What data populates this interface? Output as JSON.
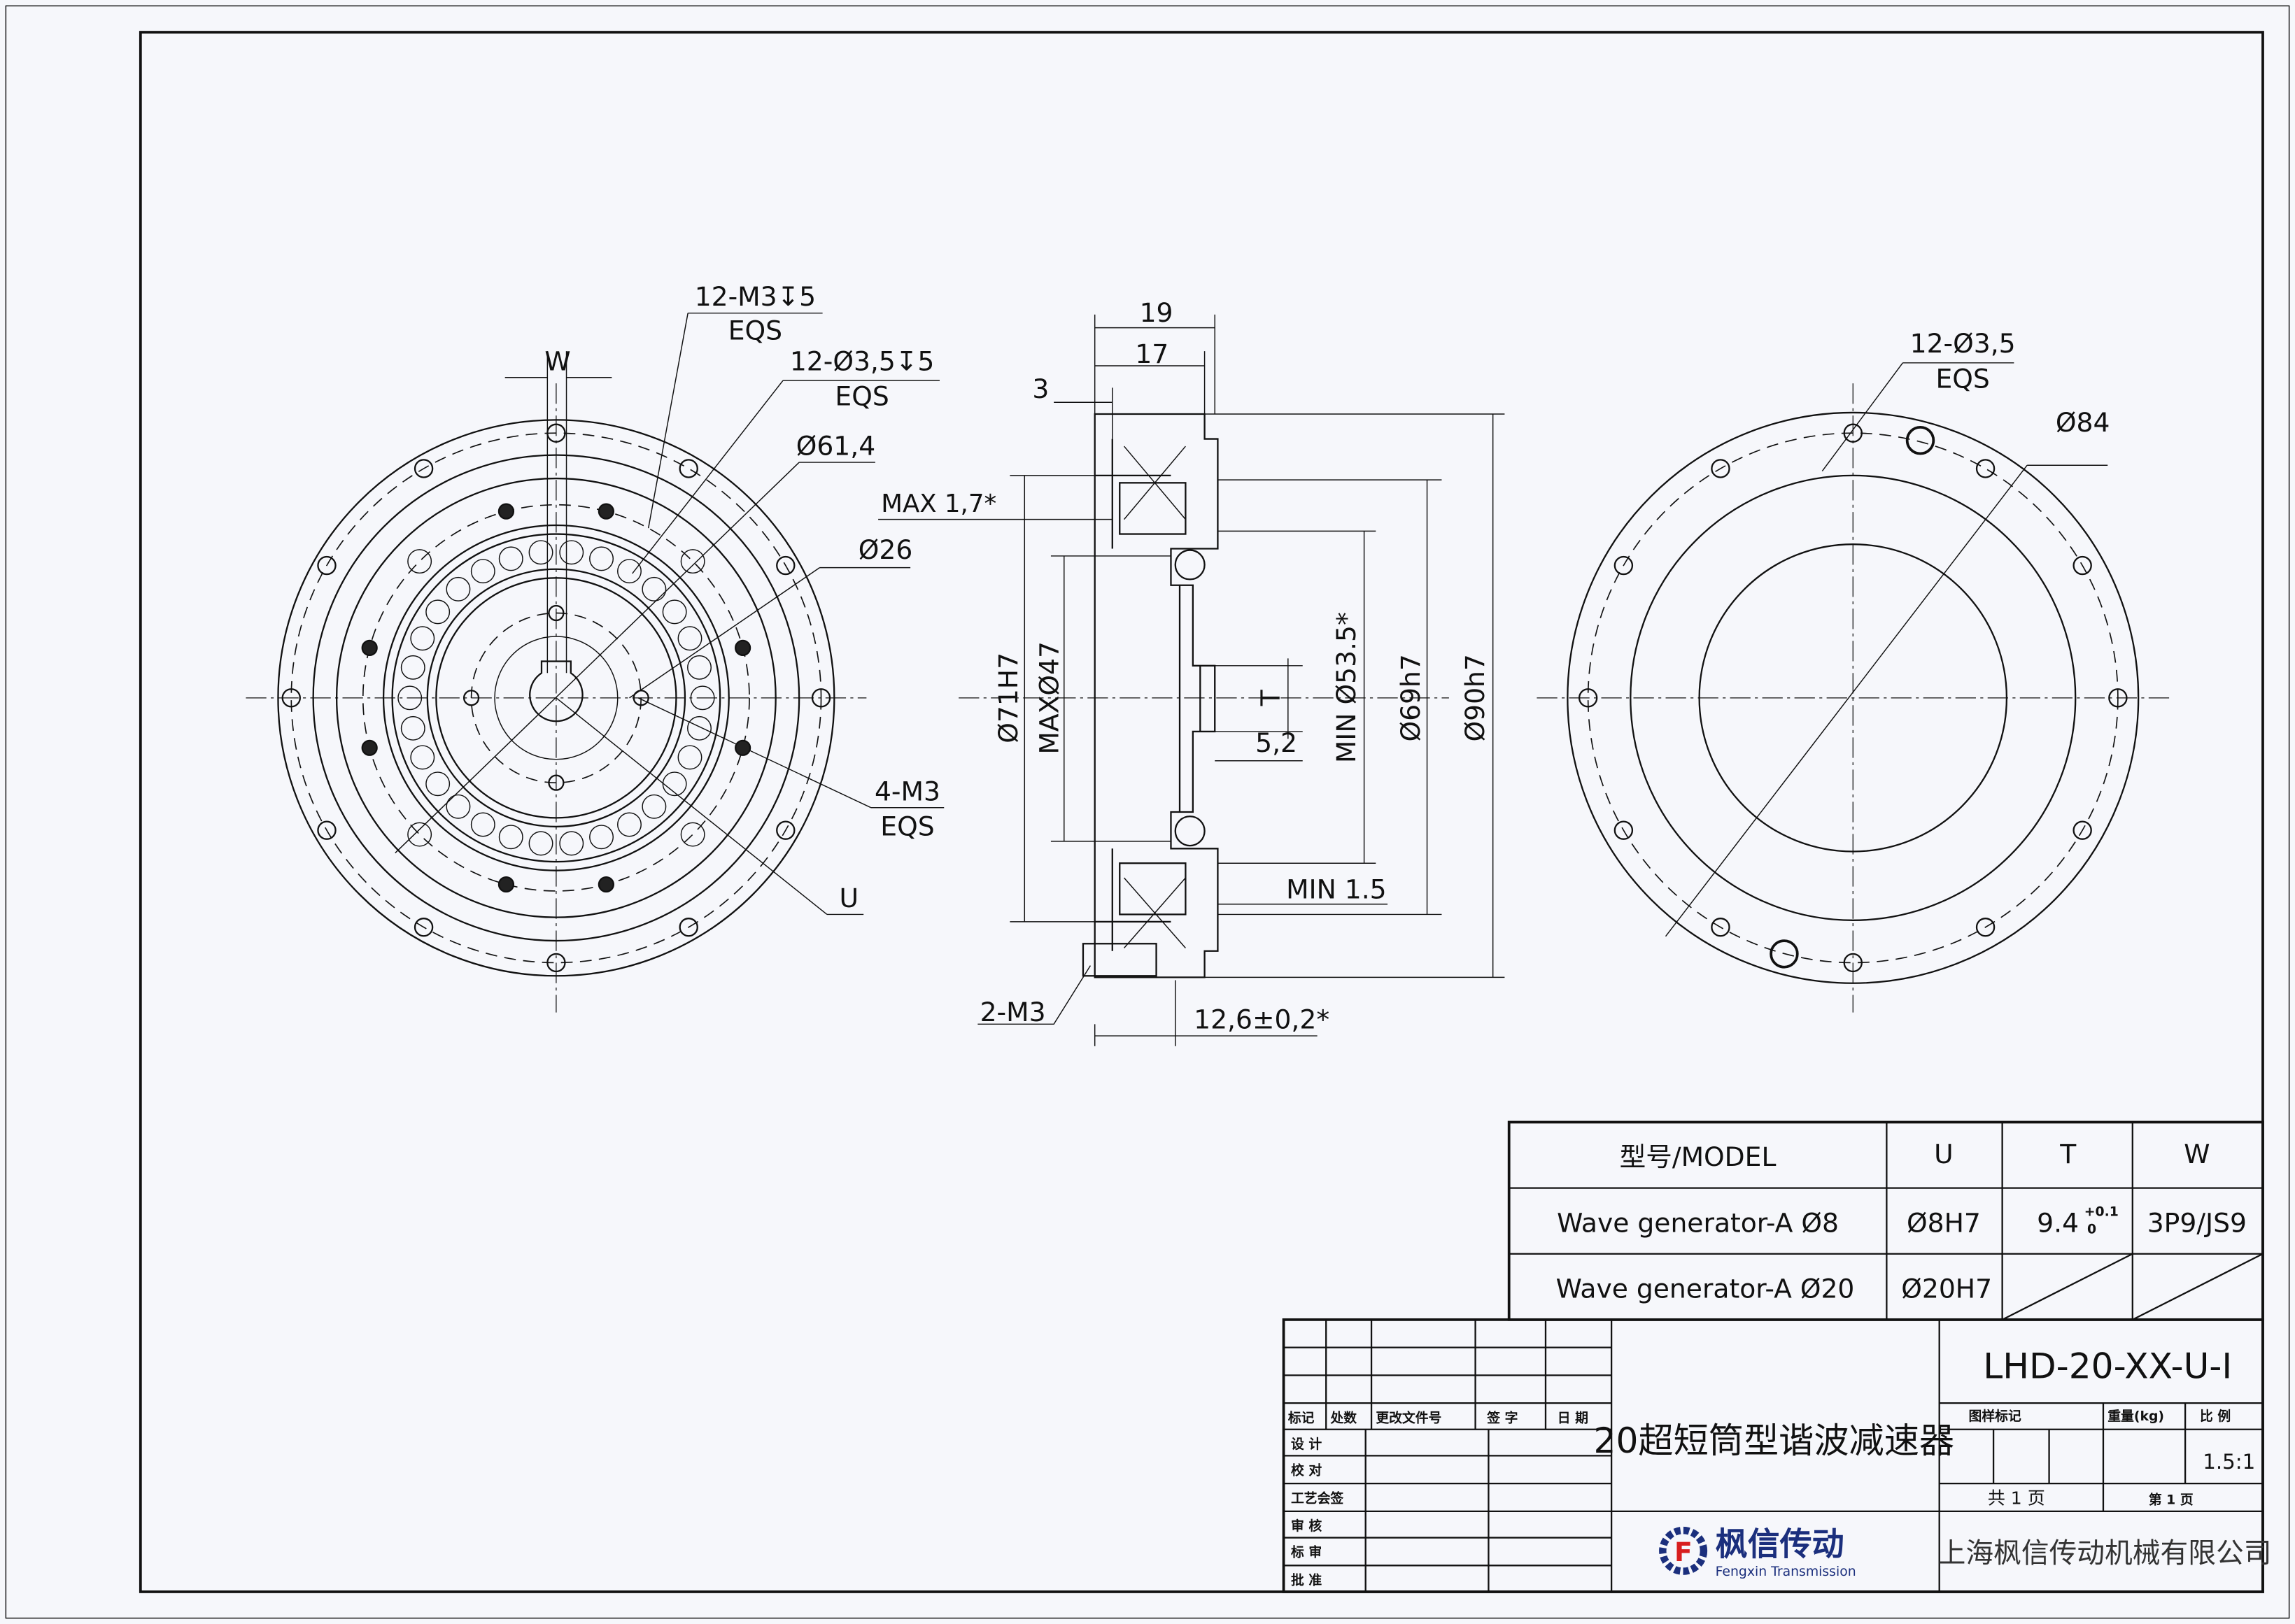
{
  "left_view": {
    "w": "W",
    "m3_holes": "12-M3↧5",
    "m3_eqs": "EQS",
    "pin_holes": "12-Ø3,5↧5",
    "pin_eqs": "EQS",
    "d61": "Ø61,4",
    "d26": "Ø26",
    "m3_4": "4-M3",
    "m3_4_eqs": "EQS",
    "u": "U"
  },
  "side_view": {
    "d19": "19",
    "d17": "17",
    "d3": "3",
    "max17": "MAX 1,7*",
    "d71": "Ø71H7",
    "max47": "MAXØ47",
    "t": "T",
    "d52": "5,2",
    "min535": "MIN Ø53.5*",
    "d69": "Ø69h7",
    "d90": "Ø90h7",
    "min15": "MIN 1.5",
    "m3_2": "2-M3",
    "d126": "12,6±0,2*"
  },
  "right_view": {
    "holes": "12-Ø3,5",
    "eqs": "EQS",
    "d84": "Ø84"
  },
  "model_table": {
    "headers": [
      "型号/MODEL",
      "U",
      "T",
      "W"
    ],
    "rows": [
      [
        "Wave generator-A Ø8",
        "Ø8H7",
        "9.4",
        "3P9/JS9"
      ],
      [
        "Wave generator-A Ø20",
        "Ø20H7",
        "",
        ""
      ]
    ],
    "t_tol_upper": "+0.1",
    "t_tol_lower": "0"
  },
  "title_block": {
    "labels": [
      "标记",
      "处数",
      "更改文件号",
      "签 字",
      "日 期"
    ],
    "roles": [
      "设 计",
      "校 对",
      "工艺会签",
      "审 核",
      "标 审",
      "批 准"
    ],
    "title": "20超短筒型谐波减速器",
    "drawing_no": "LHD-20-XX-U-I",
    "mark_label": "图样标记",
    "weight_label": "重量(kg)",
    "scale_label": "比 例",
    "scale": "1.5:1",
    "total_pages": "共 1 页",
    "page": "第 1 页",
    "company": "上海枫信传动机械有限公司",
    "logo_cn": "枫信传动",
    "logo_en": "Fengxin Transmission",
    "logo_mark": "F"
  },
  "colors": {
    "logo_blue": "#1b2f7d",
    "logo_red": "#d81e1e"
  }
}
